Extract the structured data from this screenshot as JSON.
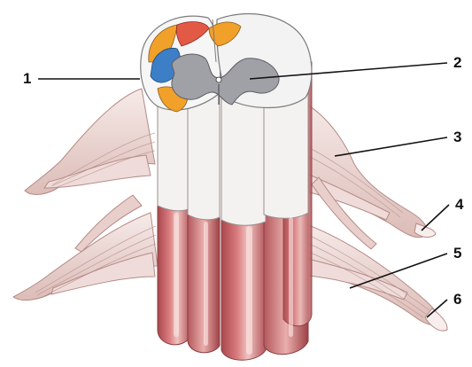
{
  "figure": {
    "labels": [
      "1",
      "2",
      "3",
      "4",
      "5",
      "6"
    ]
  },
  "colors": {
    "background": "#ffffff",
    "column_red": "#c9686c",
    "column_dark": "#9e4146",
    "column_light": "#f2dcd8",
    "white_matter": "#f3f3f3",
    "grey_matter": "#9fa1a6",
    "tract_orange": "#f1a02a",
    "tract_blue": "#3d7fc6",
    "tract_red": "#e25a45",
    "nerve_root": "#ead9d6",
    "leader_line": "#111111"
  }
}
